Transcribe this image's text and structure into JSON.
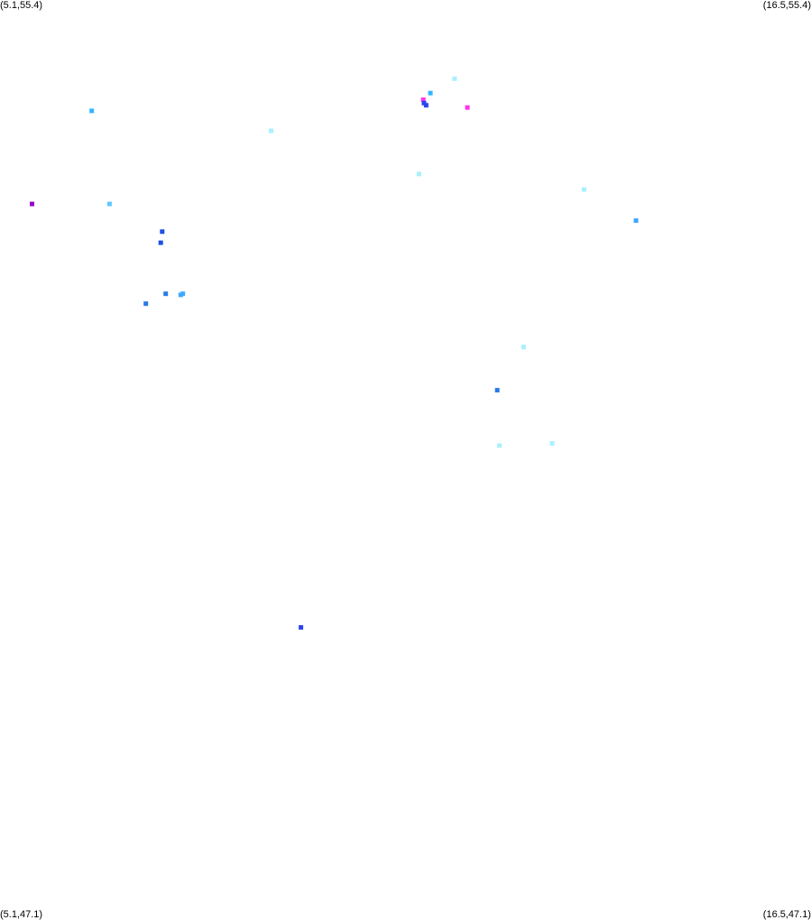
{
  "map": {
    "corners": {
      "top_left": "(5.1,55.4)",
      "top_right": "(16.5,55.4)",
      "bottom_left": "(5.1,47.1)",
      "bottom_right": "(16.5,47.1)"
    },
    "bounds": {
      "lon_min": 5.1,
      "lon_max": 16.5,
      "lat_min": 47.1,
      "lat_max": 55.4
    },
    "points": [
      {
        "lon": 5.55,
        "lat": 53.56,
        "color": "#9900cc"
      },
      {
        "lon": 6.39,
        "lat": 54.4,
        "color": "#33b5ff"
      },
      {
        "lon": 6.64,
        "lat": 53.56,
        "color": "#5fc8ff"
      },
      {
        "lon": 7.15,
        "lat": 52.66,
        "color": "#2a7ae6"
      },
      {
        "lon": 7.36,
        "lat": 53.21,
        "color": "#1a4fe6"
      },
      {
        "lon": 7.38,
        "lat": 53.31,
        "color": "#1a4fe6"
      },
      {
        "lon": 7.43,
        "lat": 52.75,
        "color": "#2a7ae6"
      },
      {
        "lon": 7.64,
        "lat": 52.74,
        "color": "#3fa8ff"
      },
      {
        "lon": 7.67,
        "lat": 52.75,
        "color": "#3fa8ff"
      },
      {
        "lon": 8.91,
        "lat": 54.22,
        "color": "#a8f0ff"
      },
      {
        "lon": 9.33,
        "lat": 49.74,
        "color": "#2a44f0"
      },
      {
        "lon": 10.99,
        "lat": 53.83,
        "color": "#a8f0ff"
      },
      {
        "lon": 11.05,
        "lat": 54.5,
        "color": "#ff33ee"
      },
      {
        "lon": 11.06,
        "lat": 54.47,
        "color": "#2a44f0"
      },
      {
        "lon": 11.09,
        "lat": 54.45,
        "color": "#2a44f0"
      },
      {
        "lon": 11.15,
        "lat": 54.56,
        "color": "#33b5ff"
      },
      {
        "lon": 11.49,
        "lat": 54.69,
        "color": "#a8f0ff"
      },
      {
        "lon": 11.67,
        "lat": 54.43,
        "color": "#ff33ee"
      },
      {
        "lon": 12.09,
        "lat": 51.88,
        "color": "#2a7ae6"
      },
      {
        "lon": 12.12,
        "lat": 51.38,
        "color": "#a8f0ff"
      },
      {
        "lon": 12.46,
        "lat": 52.27,
        "color": "#a8f0ff"
      },
      {
        "lon": 12.86,
        "lat": 51.4,
        "color": "#a8f0ff"
      },
      {
        "lon": 13.31,
        "lat": 53.69,
        "color": "#a8f0ff"
      },
      {
        "lon": 14.04,
        "lat": 53.41,
        "color": "#3fa8ff"
      }
    ]
  }
}
